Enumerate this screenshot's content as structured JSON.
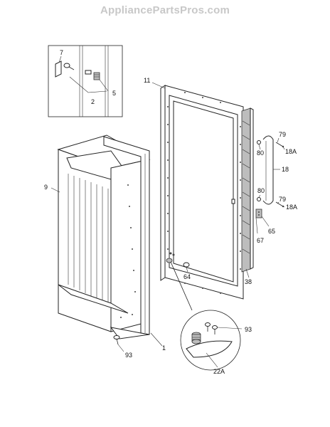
{
  "watermark": "AppliancePartsPros.com",
  "callouts": {
    "c7": "7",
    "c5": "5",
    "c2": "2",
    "c11": "11",
    "c9": "9",
    "c79a": "79",
    "c80a": "80",
    "c18a1": "18A",
    "c18": "18",
    "c80b": "80",
    "c79b": "79",
    "c18a2": "18A",
    "c65": "65",
    "c67": "67",
    "c64": "64",
    "c38": "38",
    "c93a": "93",
    "c1": "1",
    "c93b": "93",
    "c22a": "22A"
  },
  "colors": {
    "line": "#222222",
    "shade": "#bdbdbd",
    "watermark": "#c8c8c8"
  }
}
